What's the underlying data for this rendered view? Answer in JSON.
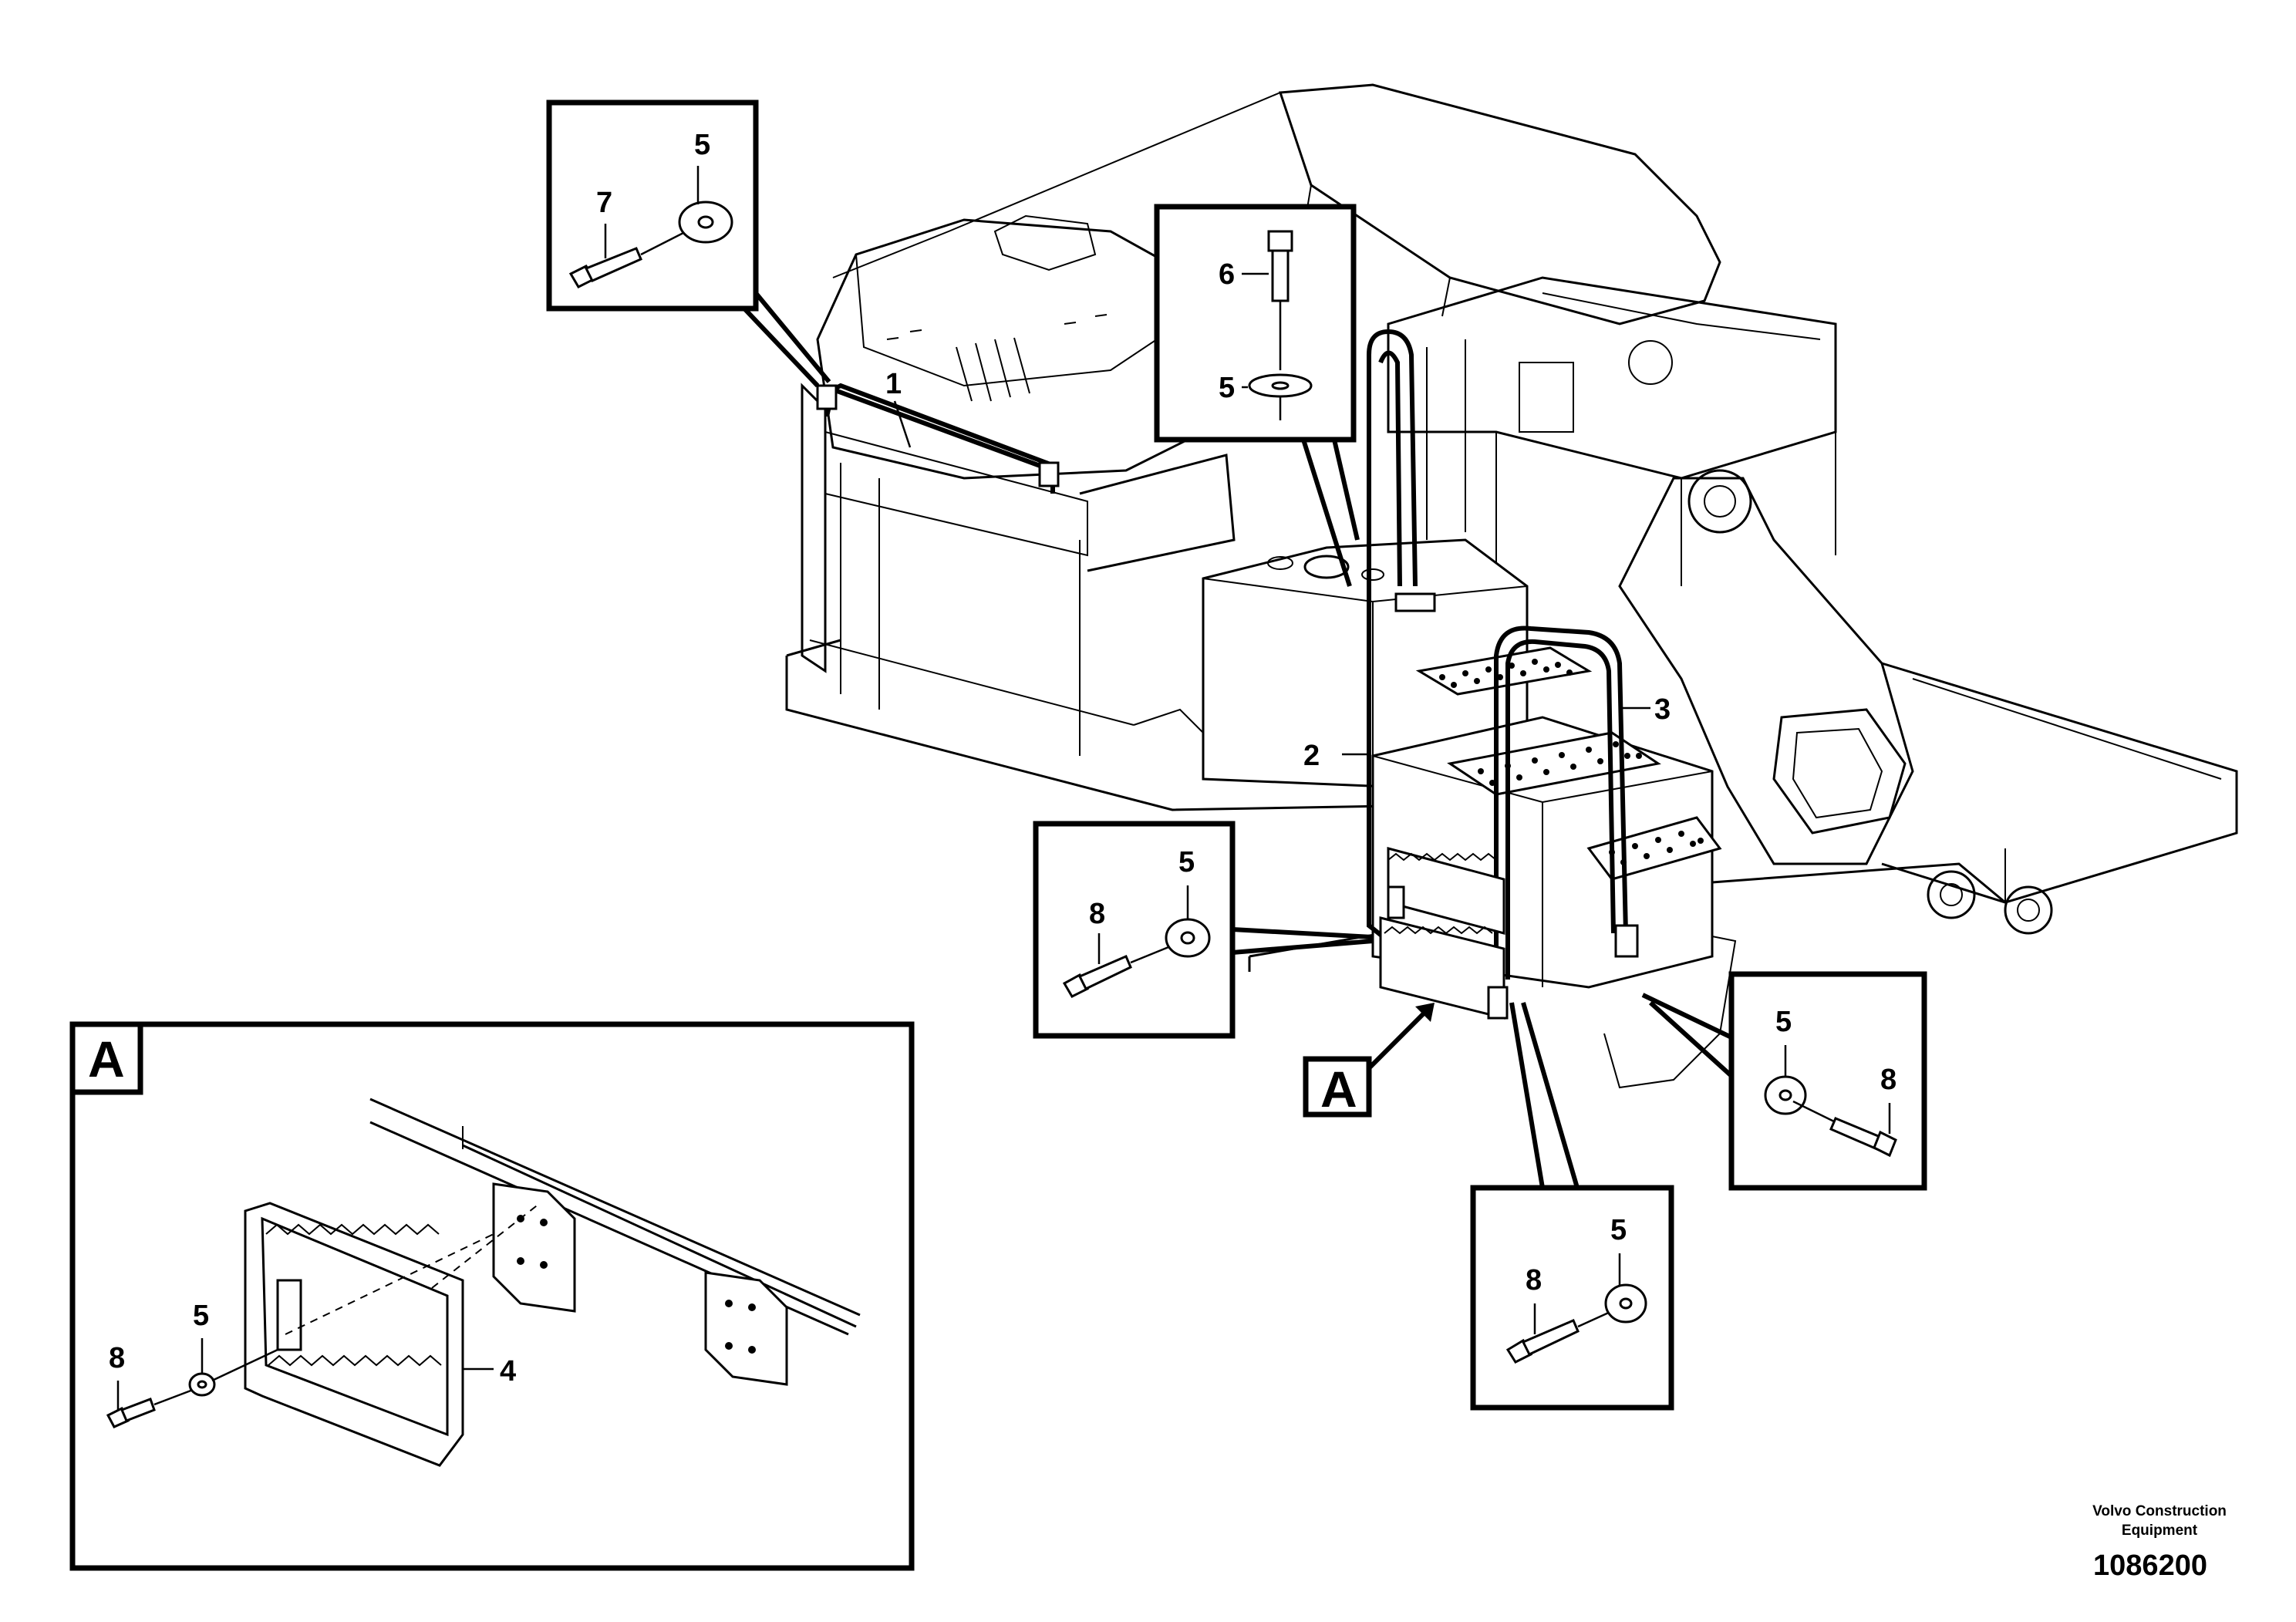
{
  "callouts": {
    "part_1": "1",
    "part_2": "2",
    "part_3": "3",
    "part_4": "4",
    "part_5": "5",
    "part_6": "6",
    "part_7": "7",
    "part_8": "8"
  },
  "detail_marker": "A",
  "footer": {
    "brand_line1": "Volvo Construction",
    "brand_line2": "Equipment",
    "drawing_number": "1086200"
  }
}
